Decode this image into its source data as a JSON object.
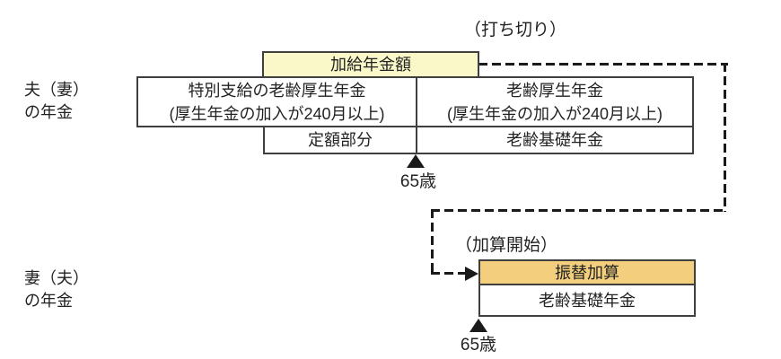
{
  "colors": {
    "background": "#ffffff",
    "kakyu_box_fill": "#faf8c8",
    "furikae_box_fill": "#f2ce7d",
    "box_border": "#3f3f3f",
    "text": "#222222",
    "dash_line": "#1a1a1a"
  },
  "row_labels": {
    "husband": {
      "line1": "夫（妻）",
      "line2": "の年金"
    },
    "wife": {
      "line1": "妻（夫）",
      "line2": "の年金"
    }
  },
  "annotations": {
    "cutoff": "（打ち切り）",
    "addition_start": "（加算開始）"
  },
  "husband_diagram": {
    "kakyu_label": "加給年金額",
    "special_kousei": {
      "line1": "特別支給の老齢厚生年金",
      "line2": "(厚生年金の加入が240月以上)"
    },
    "rourei_kousei": {
      "line1": "老齢厚生年金",
      "line2": "(厚生年金の加入が240月以上)"
    },
    "teigaku_label": "定額部分",
    "kiso_label": "老齢基礎年金",
    "age_marker": "65歳"
  },
  "wife_diagram": {
    "furikae_label": "振替加算",
    "kiso_label": "老齢基礎年金",
    "age_marker": "65歳"
  }
}
